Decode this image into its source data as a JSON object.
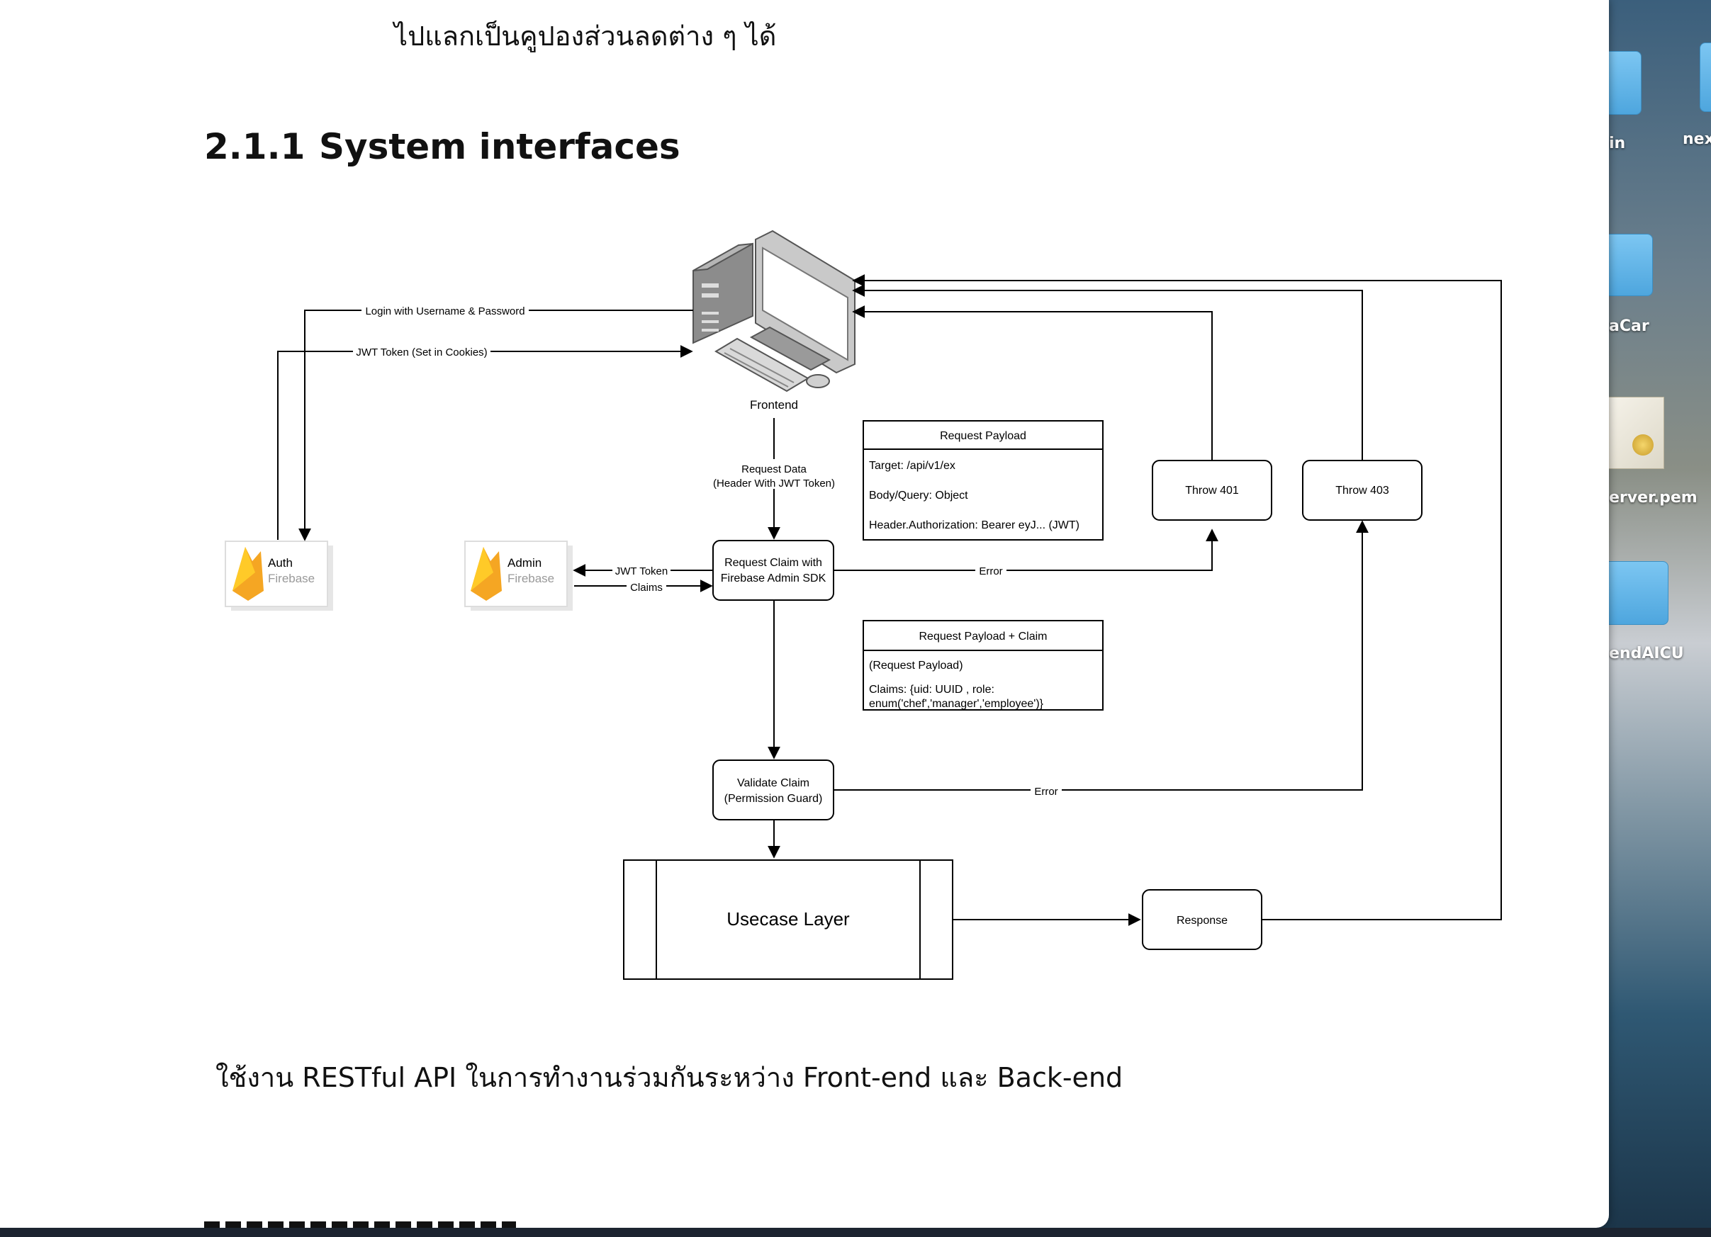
{
  "document": {
    "top_line": "ไปแลกเป็นคูปองส่วนลดต่าง ๆ ได้",
    "section_number": "2.1.1",
    "section_title": "System interfaces",
    "caption": "ใช้งาน RESTful API ในการทำงานร่วมกันระหว่าง Front-end และ Back-end"
  },
  "diagram": {
    "frontend_label": "Frontend",
    "auth_firebase": {
      "title": "Auth",
      "subtitle": "Firebase"
    },
    "admin_firebase": {
      "title": "Admin",
      "subtitle": "Firebase"
    },
    "arrow_login": "Login with Username & Password",
    "arrow_jwt_cookie": "JWT Token (Set in Cookies)",
    "arrow_request_data_1": "Request Data",
    "arrow_request_data_2": "(Header With JWT Token)",
    "arrow_jwt_token": "JWT Token",
    "arrow_claims": "Claims",
    "arrow_error_1": "Error",
    "arrow_error_2": "Error",
    "request_claim_1": "Request Claim with",
    "request_claim_2": "Firebase Admin SDK",
    "payload_table": {
      "title": "Request Payload",
      "rows": [
        "Target: /api/v1/ex",
        "Body/Query: Object",
        "Header.Authorization: Bearer eyJ... (JWT)"
      ]
    },
    "payload_claim_table": {
      "title": "Request Payload + Claim",
      "rows": [
        "(Request Payload)",
        "Claims: {uid: UUID , role:",
        "enum('chef','manager','employee')}"
      ]
    },
    "throw_401": "Throw 401",
    "throw_403": "Throw 403",
    "validate_1": "Validate Claim",
    "validate_2": "(Permission Guard)",
    "usecase": "Usecase Layer",
    "response": "Response"
  },
  "desktop": {
    "labels": [
      "in",
      "nex",
      "aCar",
      "erver.pem",
      "endAICU"
    ]
  },
  "colors": {
    "firebase_orange": "#F5A623",
    "firebase_yellow": "#FFCA28",
    "line": "#000000"
  }
}
